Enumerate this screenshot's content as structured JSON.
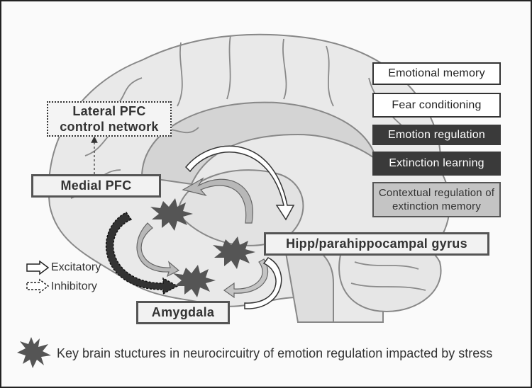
{
  "legend_boxes": [
    {
      "label": "Emotional memory",
      "style": "white"
    },
    {
      "label": "Fear conditioning",
      "style": "white"
    },
    {
      "label": "Emotion regulation",
      "style": "dark"
    },
    {
      "label": "Extinction learning",
      "style": "dark"
    },
    {
      "label": "Contextual regulation of extinction memory",
      "style": "gray"
    }
  ],
  "regions": {
    "lateral_pfc": {
      "line1": "Lateral PFC",
      "line2": "control network"
    },
    "medial_pfc": "Medial PFC",
    "hippocampus": "Hipp/parahippocampal gyrus",
    "amygdala": "Amygdala"
  },
  "arrow_legend": {
    "excitatory": "Excitatory",
    "inhibitory": "Inhibitory"
  },
  "footer": {
    "icon": "starburst-icon",
    "caption": "Key brain stuctures in neurocircuitry of emotion regulation impacted by stress"
  },
  "colors": {
    "brain_fill": "#e8e8e8",
    "sulcus_stroke": "#8a8a8a",
    "star_fill": "#555555",
    "dark_box": "#3a3a3a",
    "gray_box": "#c4c4c4"
  }
}
